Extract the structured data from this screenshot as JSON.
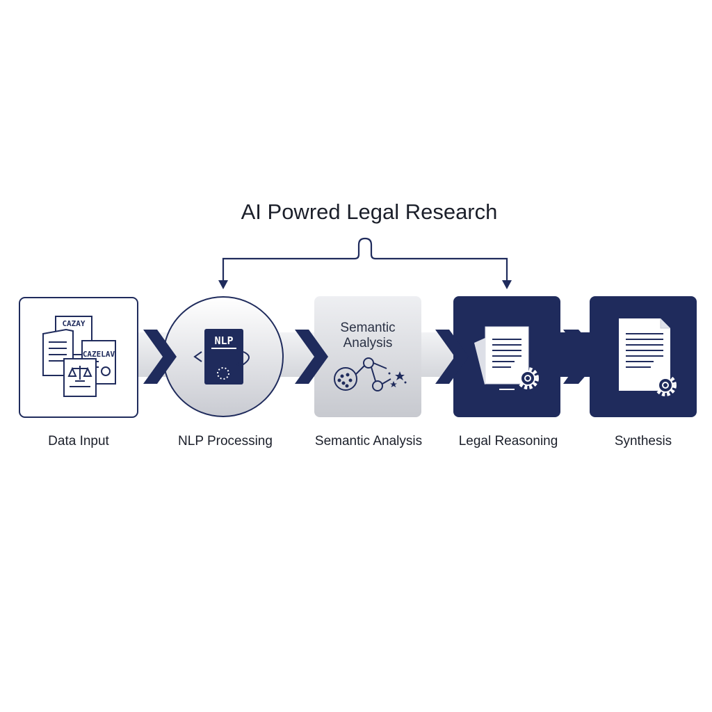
{
  "title": "AI Powred Legal Research",
  "colors": {
    "navy": "#1f2b5c",
    "light_gray": "#dcdde1",
    "text": "#1b1f2a"
  },
  "stages": [
    {
      "label": "Data Input",
      "icon": "documents-scales-icon",
      "doc_labels": [
        "CAZAY",
        "CAZELAV"
      ]
    },
    {
      "label": "NLP Processing",
      "icon": "nlp-chip-icon",
      "inner_text": "NLP"
    },
    {
      "label": "Semantic Analysis",
      "icon": "semantic-network-icon",
      "inner_text": [
        "Semantic",
        "Analysis"
      ]
    },
    {
      "label": "Legal Reasoning",
      "icon": "document-gear-icon"
    },
    {
      "label": "Synthesis",
      "icon": "document-gear-icon"
    }
  ],
  "feedback_arrow": {
    "from": "Legal Reasoning",
    "to": "NLP Processing"
  }
}
